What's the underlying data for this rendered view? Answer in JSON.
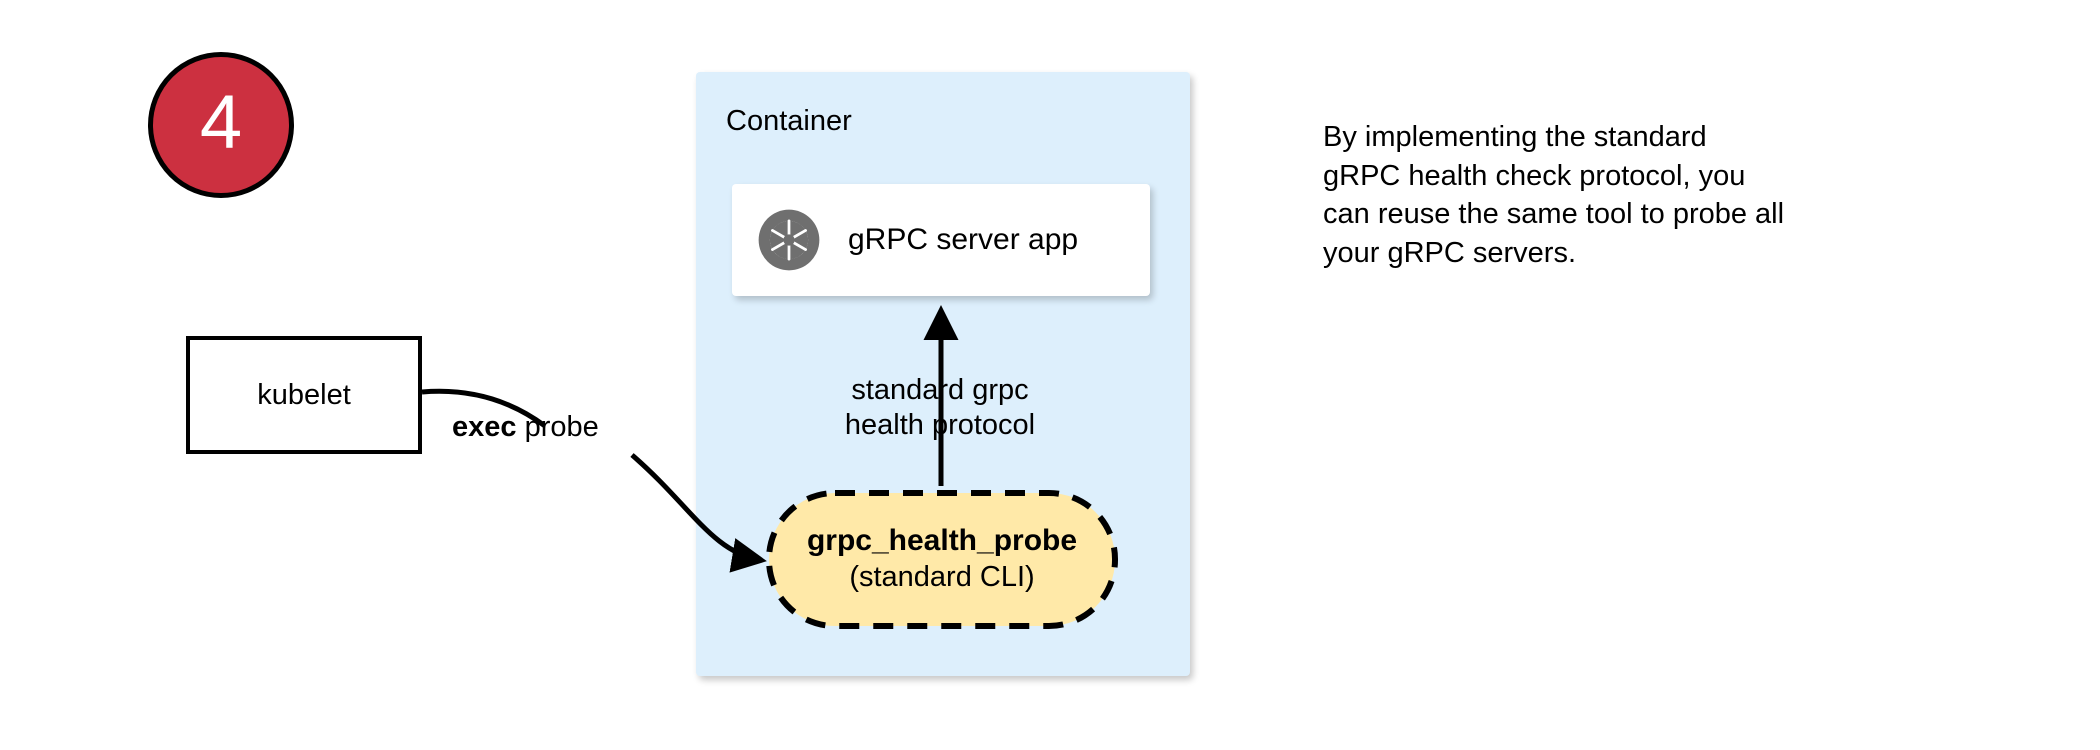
{
  "step": {
    "number": "4"
  },
  "kubelet": {
    "label": "kubelet"
  },
  "exec_probe": {
    "bold_text": "exec",
    "rest_text": " probe"
  },
  "container": {
    "title": "Container",
    "fill_color": "#ddeffc"
  },
  "server_app": {
    "label": "gRPC server app",
    "icon_name": "grpc-aperture-icon",
    "icon_color": "#6f6f6f"
  },
  "protocol_arrow": {
    "line1": "standard grpc",
    "line2": "health protocol"
  },
  "probe": {
    "title": "grpc_health_probe",
    "subtitle": "(standard CLI)",
    "fill_color": "#ffe9a8",
    "stroke_color": "#000000"
  },
  "side_note": {
    "line1": "By implementing the standard",
    "line2": "gRPC health check protocol, you",
    "line3": "can reuse the same tool to probe all",
    "line4": "your gRPC servers."
  },
  "colors": {
    "badge_red": "#cc3040",
    "badge_text": "#ffffff",
    "container_blue": "#ddeffc",
    "probe_yellow": "#ffe9a8",
    "ink": "#000000",
    "page_background": "#ffffff"
  }
}
